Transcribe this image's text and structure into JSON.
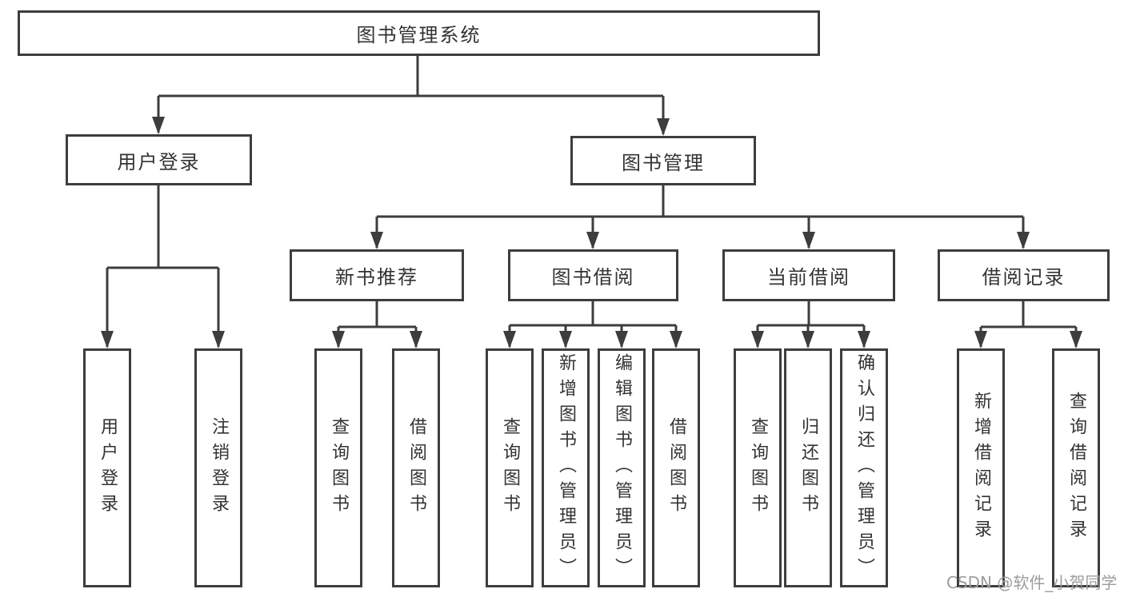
{
  "diagram": {
    "tree": {
      "label": "图书管理系统",
      "children": [
        {
          "label": "用户登录",
          "children": [
            {
              "label": "用户登录"
            },
            {
              "label": "注销登录"
            }
          ]
        },
        {
          "label": "图书管理",
          "children": [
            {
              "label": "新书推荐",
              "children": [
                {
                  "label": "查询图书"
                },
                {
                  "label": "借阅图书"
                }
              ]
            },
            {
              "label": "图书借阅",
              "children": [
                {
                  "label": "查询图书"
                },
                {
                  "label": "新增图书（管理员）"
                },
                {
                  "label": "编辑图书（管理员）"
                },
                {
                  "label": "借阅图书"
                }
              ]
            },
            {
              "label": "当前借阅",
              "children": [
                {
                  "label": "查询图书"
                },
                {
                  "label": "归还图书"
                },
                {
                  "label": "确认归还（管理员）"
                }
              ]
            },
            {
              "label": "借阅记录",
              "children": [
                {
                  "label": "新增借阅记录"
                },
                {
                  "label": "查询借阅记录"
                }
              ]
            }
          ]
        }
      ]
    },
    "watermark": "CSDN @软件_小贺同学",
    "colors": {
      "line": "#3d3d3d",
      "text": "#333333",
      "watermark": "#9c9c9c",
      "background": "#ffffff"
    }
  }
}
